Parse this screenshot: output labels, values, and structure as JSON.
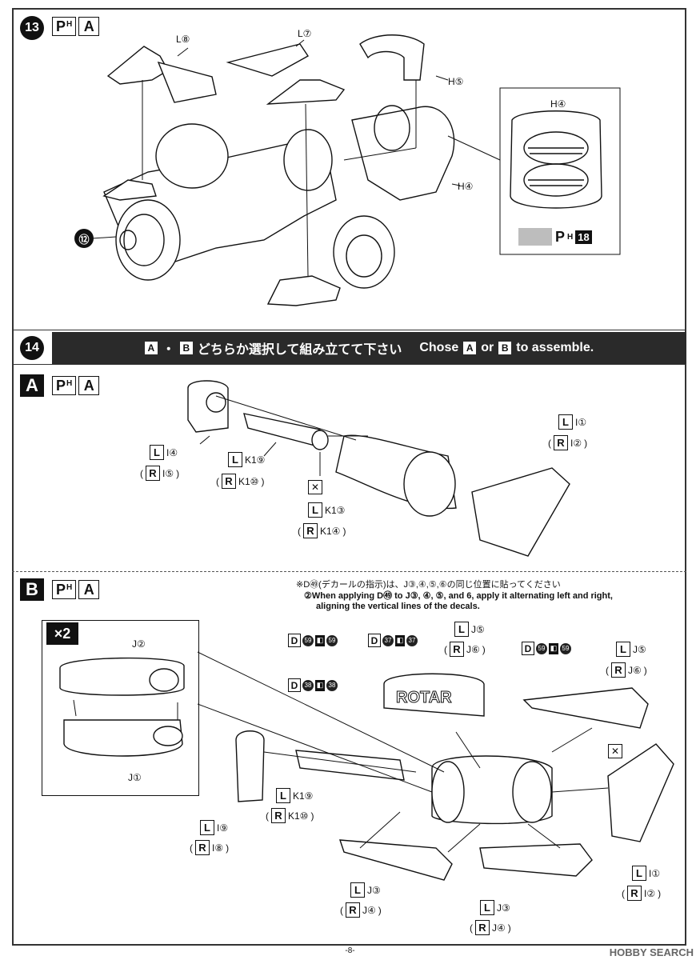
{
  "step13": {
    "number": "13",
    "paint": {
      "p": "P",
      "sub": "H",
      "color": "A"
    },
    "labels": {
      "l8": "L⑧",
      "l7": "L⑦",
      "h5": "H⑤",
      "h4": "H④",
      "h4_inset": "H④",
      "ref12": "⑫"
    },
    "inset_paint": {
      "p": "P",
      "sub": "H",
      "num": "18"
    }
  },
  "step14": {
    "number": "14",
    "banner": {
      "a": "A",
      "dot": "・",
      "b": "B",
      "jp": "どちらか選択して組み立てて下さい",
      "en_pre": "Chose",
      "en_or": "or",
      "en_post": "to assemble."
    }
  },
  "optionA": {
    "letter": "A",
    "paint": {
      "p": "P",
      "sub": "H",
      "color": "A"
    },
    "parts": [
      {
        "side": "L",
        "part": "I④",
        "paren": false
      },
      {
        "side": "R",
        "part": "I⑤",
        "paren": true
      },
      {
        "side": "L",
        "part": "K1⑨",
        "paren": false
      },
      {
        "side": "R",
        "part": "K1⑩",
        "paren": true
      },
      {
        "side": "L",
        "part": "K1③",
        "paren": false
      },
      {
        "side": "R",
        "part": "K1④",
        "paren": true
      },
      {
        "side": "L",
        "part": "I①",
        "paren": false
      },
      {
        "side": "R",
        "part": "I②",
        "paren": true
      }
    ]
  },
  "optionB": {
    "letter": "B",
    "paint": {
      "p": "P",
      "sub": "H",
      "color": "A"
    },
    "note_jp": "※D㊾(デカールの指示)は、J③,④,⑤,⑥の同じ位置に貼ってください",
    "note_en1": "②When applying D㊾ to J③, ④, ⑤, and 6, apply it alternating left and right,",
    "note_en2": "aligning the vertical lines of the decals.",
    "x2": "×2",
    "sub_labels": {
      "j2": "J②",
      "j1": "J①"
    },
    "decals": [
      {
        "d": "D",
        "a": "59",
        "b": "59"
      },
      {
        "d": "D",
        "a": "37",
        "b": "37"
      },
      {
        "d": "D",
        "a": "59",
        "b": "59"
      },
      {
        "d": "D",
        "a": "38",
        "b": "38"
      }
    ],
    "parts": [
      {
        "side": "L",
        "part": "J⑤",
        "paren": false
      },
      {
        "side": "R",
        "part": "J⑥",
        "paren": true
      },
      {
        "side": "L",
        "part": "J⑤",
        "paren": false
      },
      {
        "side": "R",
        "part": "J⑥",
        "paren": true
      },
      {
        "side": "L",
        "part": "K1⑨",
        "paren": false
      },
      {
        "side": "R",
        "part": "K1⑩",
        "paren": true
      },
      {
        "side": "L",
        "part": "I⑨",
        "paren": false
      },
      {
        "side": "R",
        "part": "I⑧",
        "paren": true
      },
      {
        "side": "L",
        "part": "J③",
        "paren": false
      },
      {
        "side": "R",
        "part": "J④",
        "paren": true
      },
      {
        "side": "L",
        "part": "J③",
        "paren": false
      },
      {
        "side": "R",
        "part": "J④",
        "paren": true
      },
      {
        "side": "L",
        "part": "I①",
        "paren": false
      },
      {
        "side": "R",
        "part": "I②",
        "paren": true
      }
    ],
    "rotor_text": "ROTAR"
  },
  "footer": {
    "page": "-8-",
    "watermark": "HOBBY SEARCH"
  },
  "colors": {
    "ink": "#111111",
    "banner": "#2a2a2a",
    "inset_paint": "#bdbdbd"
  }
}
